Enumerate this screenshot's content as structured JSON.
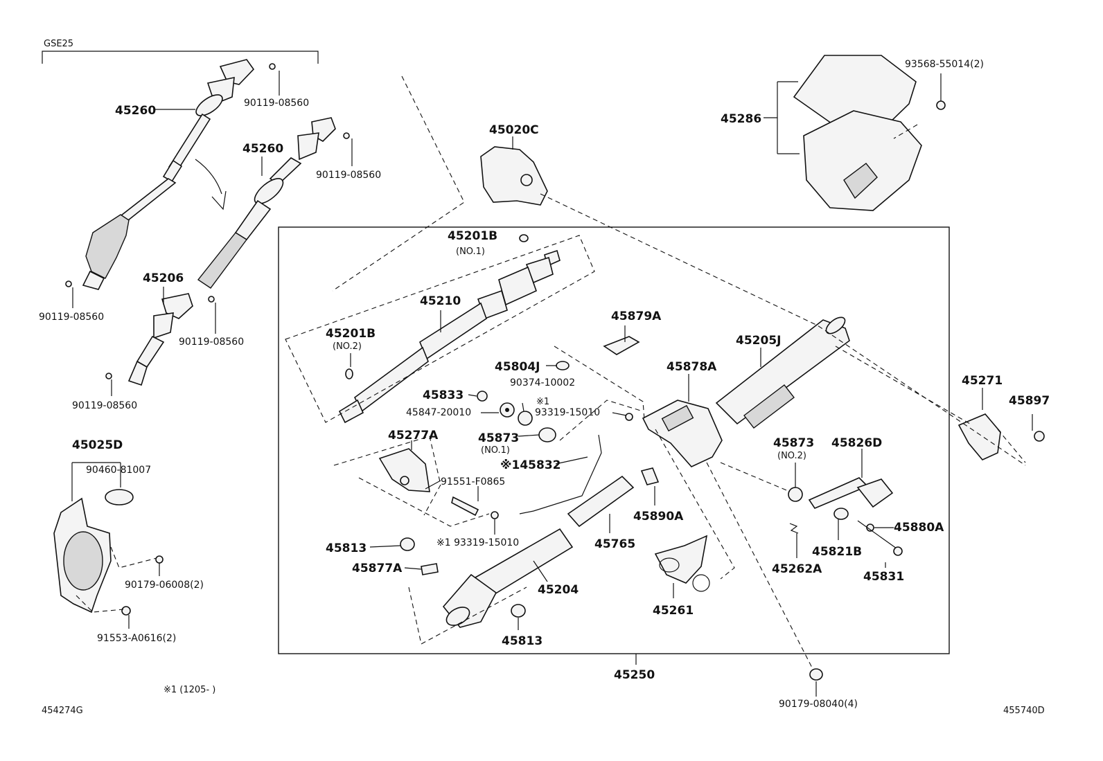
{
  "labels": {
    "gse25": "GSE25",
    "p45260a": "45260",
    "p45260b": "45260",
    "p45206": "45206",
    "b90119a": "90119-08560",
    "b90119b": "90119-08560",
    "b90119c": "90119-08560",
    "b90119d": "90119-08560",
    "b90119e": "90119-08560",
    "p45025d": "45025D",
    "p90460": "90460-81007",
    "p90179_06008": "90179-06008(2)",
    "p91553": "91553-A0616(2)",
    "p45020c": "45020C",
    "p45286": "45286",
    "p93568": "93568-55014(2)",
    "p45201b_1": "45201B",
    "p45201b_1_sub": "(NO.1)",
    "p45210": "45210",
    "p45201b_2": "45201B",
    "p45201b_2_sub": "(NO.2)",
    "p45879a": "45879A",
    "p45205j": "45205J",
    "p45804j": "45804J",
    "p90374": "90374-10002",
    "p45833": "45833",
    "p45847": "45847-20010",
    "note1a": "※1",
    "p93319a": "93319-15010",
    "p45878a": "45878A",
    "p45873_1": "45873",
    "p45873_1_sub": "(NO.1)",
    "p45277a": "45277A",
    "p45832": "※145832",
    "p91551": "91551-F0865",
    "p45890a": "45890A",
    "p45873_2": "45873",
    "p45873_2_sub": "(NO.2)",
    "p45826d": "45826D",
    "p45271": "45271",
    "p45897": "45897",
    "p45880a": "45880A",
    "p45813a": "45813",
    "p93319b": "※1 93319-15010",
    "p45765": "45765",
    "p45877a": "45877A",
    "p45204": "45204",
    "p45262a": "45262A",
    "p45821b": "45821B",
    "p45831": "45831",
    "p45261": "45261",
    "p45813b": "45813",
    "p45250": "45250",
    "p90179_08040": "90179-08040(4)",
    "footnote": "※1 (1205-       )",
    "code_left": "454274G",
    "code_right": "455740D"
  }
}
